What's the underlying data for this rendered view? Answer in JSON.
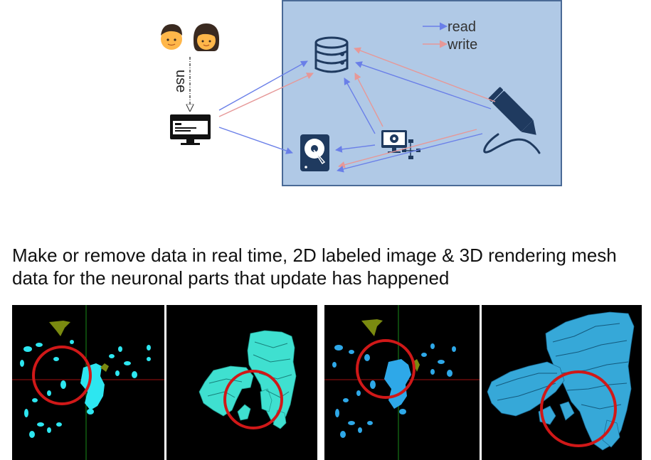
{
  "diagram": {
    "use_label": "use",
    "legend": {
      "read_label": "read",
      "write_label": "write"
    },
    "colors": {
      "read": "#6a7fe8",
      "write": "#e69898",
      "panel_bg": "#b0c9e6",
      "panel_border": "#4a6a96",
      "icon": "#1f3a5f"
    },
    "icons": [
      "man-face-icon",
      "woman-face-icon",
      "monitor-icon",
      "database-icon",
      "hard-disk-icon",
      "server-network-icon",
      "pen-icon"
    ]
  },
  "caption": {
    "text": "Make or remove data in real time, 2D labeled image & 3D rendering mesh data for the neuronal parts that update has happened"
  },
  "images": {
    "before": {
      "slice_color": "#2de6f0",
      "mesh_color": "#3fe0d0"
    },
    "after": {
      "slice_color": "#2ea8e8",
      "mesh_color": "#36a8d8"
    },
    "highlight_circle_color": "#d01818",
    "crosshair_vertical_color": "#1a8c1a",
    "crosshair_horizontal_color": "#a01010"
  }
}
